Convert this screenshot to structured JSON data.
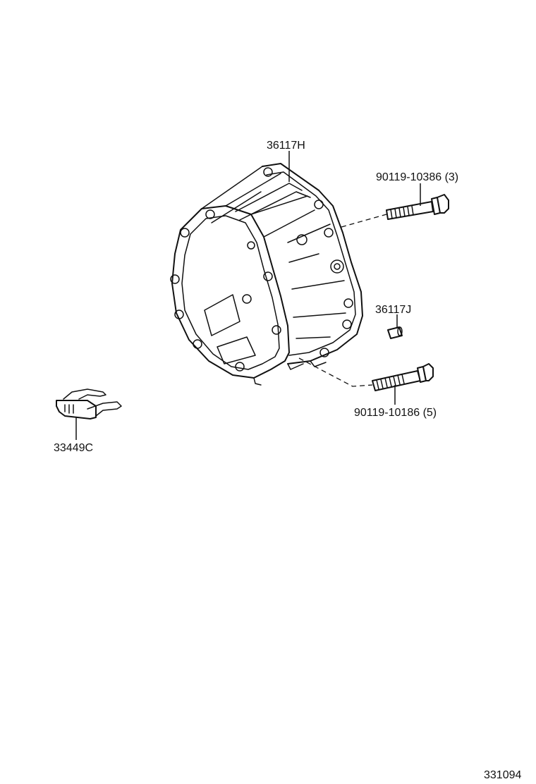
{
  "parts": {
    "housing": {
      "number": "36117H"
    },
    "bolt_upper": {
      "number": "90119-10386 (3)"
    },
    "dowel_pin": {
      "number": "36117J"
    },
    "bolt_lower": {
      "number": "90119-10186 (5)"
    },
    "clip": {
      "number": "33449C"
    }
  },
  "illustration_number": "331094"
}
